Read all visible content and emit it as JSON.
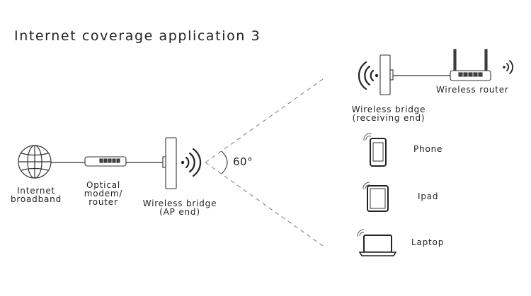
{
  "title": "Internet coverage application 3",
  "angle": "60°",
  "labels": {
    "internet": [
      "Internet",
      "broadband"
    ],
    "modem": [
      "Optical",
      "modem/",
      "router"
    ],
    "bridge_ap": [
      "Wireless bridge",
      "(AP end)"
    ],
    "bridge_rx": [
      "Wireless bridge",
      "(receiving end)"
    ],
    "router": "Wireless router",
    "phone": "Phone",
    "ipad": "Ipad",
    "laptop": "Laptop"
  },
  "colors": {
    "line": "#333333",
    "dash": "#777777",
    "text": "#222222"
  }
}
